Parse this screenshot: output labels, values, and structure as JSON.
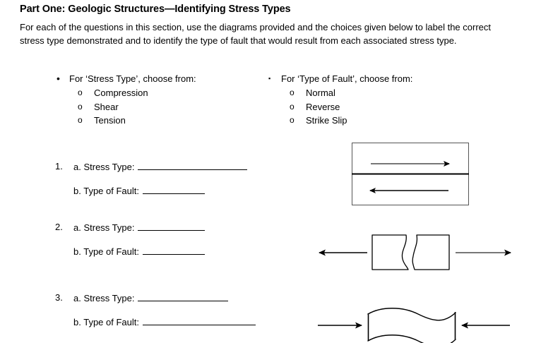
{
  "document": {
    "heading": "Part One: Geologic Structures—Identifying Stress Types",
    "intro": "For each of the questions in this section, use the diagrams provided and the choices given below to label the correct stress type demonstrated and to identify the type of fault that would result from each associated stress type."
  },
  "choices": {
    "stress_type": {
      "marker": "disc-bullet",
      "heading": "For ‘Stress Type’, choose from:",
      "sub_marker": "hollow-circle-bullet",
      "options": [
        "Compression",
        "Shear",
        "Tension"
      ]
    },
    "type_of_fault": {
      "marker": "square-bullet",
      "heading": "For ‘Type of Fault’, choose from:",
      "sub_marker": "hollow-circle-bullet",
      "options": [
        "Normal",
        "Reverse",
        "Strike Slip"
      ]
    }
  },
  "questions": [
    {
      "number": "1.",
      "part_a_label": "a. Stress Type:",
      "part_a_answer": "",
      "part_a_blank_width": 155,
      "part_b_label": "b. Type of Fault:",
      "part_b_answer": "",
      "part_b_blank_width": 88,
      "diagram": "strike-slip-two-blocks-opposing-arrows"
    },
    {
      "number": "2.",
      "part_a_label": "a. Stress Type:",
      "part_a_answer": "",
      "part_a_blank_width": 95,
      "part_b_label": "b. Type of Fault:",
      "part_b_answer": "",
      "part_b_blank_width": 88,
      "diagram": "tension-two-blocks-pulled-apart"
    },
    {
      "number": "3.",
      "part_a_label": "a. Stress Type:",
      "part_a_answer": "",
      "part_a_blank_width": 128,
      "part_b_label": "b. Type of Fault:",
      "part_b_answer": "",
      "part_b_blank_width": 160,
      "diagram": "compression-folded-block-inward-arrows"
    }
  ],
  "diagrams": {
    "strike_slip": {
      "name": "strike-slip-diagram",
      "description": "Rectangle split horizontally into two blocks; top block arrow points right, bottom block arrow points left",
      "top_arrow_direction": "right",
      "bottom_arrow_direction": "left",
      "stroke_color": "#000000",
      "fill_color": "#ffffff"
    },
    "tension": {
      "name": "tension-diagram",
      "description": "Two blocks with matching wavy fracture edges separating; outward arrows on both sides",
      "left_arrow_direction": "left",
      "right_arrow_direction": "right",
      "stroke_color": "#000000",
      "fill_color": "#ffffff"
    },
    "compression": {
      "name": "compression-diagram",
      "description": "Single folded wavy block squeezed by inward arrows from both sides",
      "left_arrow_direction": "right",
      "right_arrow_direction": "left",
      "stroke_color": "#000000",
      "fill_color": "#ffffff"
    }
  },
  "icons": {
    "disc_bullet": "•",
    "square_bullet": "▪",
    "circle_bullet": "o"
  }
}
